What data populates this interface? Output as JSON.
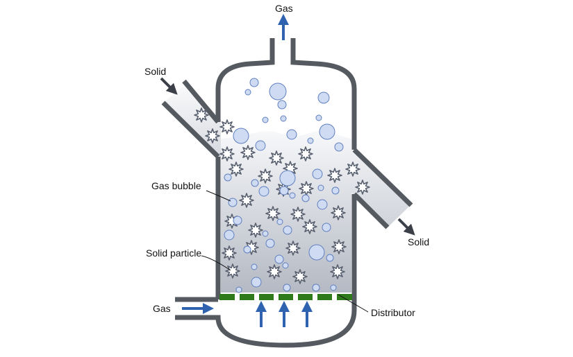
{
  "labels": {
    "gas_out": "Gas",
    "solid_in": "Solid",
    "gas_bubble": "Gas bubble",
    "solid_particle": "Solid particle",
    "gas_in": "Gas",
    "solid_out": "Solid",
    "distributor": "Distributor"
  },
  "colors": {
    "vessel_wall": "#555a60",
    "bed_top": "#f7f8fa",
    "bed_bottom": "#b4b9c3",
    "bubble_fill": "#cfdbf3",
    "bubble_stroke": "#5f7fbf",
    "particle_stroke": "#5a6170",
    "flow_arrow": "#2f63b0",
    "solid_arrow": "#3a3f48",
    "distributor": "#2f7a1b"
  },
  "icons": {
    "gas_flow": "arrow-icon",
    "solid_flow": "arrow-icon",
    "particle": "star-icon",
    "bubble": "circle-icon"
  }
}
